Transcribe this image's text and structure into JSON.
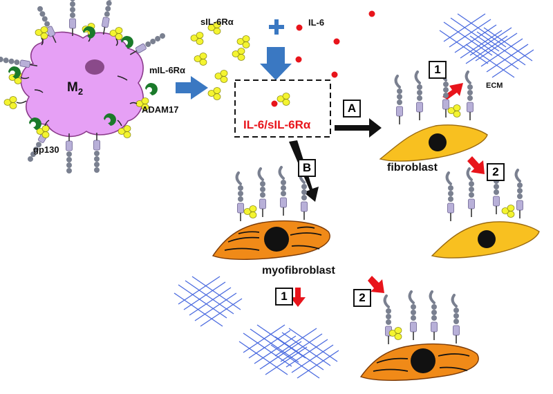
{
  "labels": {
    "m2": "M",
    "m2_sub": "2",
    "mil6r": "mIL-6Rα",
    "adam17": "ADAM17",
    "gp130": "gp130",
    "sil6r": "sIL-6Rα",
    "il6": "IL-6",
    "complex": "IL-6/sIL-6Rα",
    "ecm": "ECM",
    "fibroblast": "fibroblast",
    "myofibroblast": "myofibroblast"
  },
  "markers": {
    "path_a": "A",
    "path_b": "B",
    "fib_1": "1",
    "fib_2": "2",
    "myo_1": "1",
    "myo_2": "2"
  },
  "colors": {
    "macrophage": "#e6a0f5",
    "macrophage_border": "#8a3a8a",
    "nucleus_m2": "#8a4a8a",
    "fibroblast": "#f8c020",
    "myofibroblast": "#f08a18",
    "receptor": "#7a8090",
    "receptor_box": "#b8b0d8",
    "sil6r": "#f4f430",
    "il6": "#e8141b",
    "adam17": "#1a7a2a",
    "ecm": "#4a6adf",
    "blue_arrow": "#3a78c2",
    "red_arrow": "#e8141b"
  }
}
